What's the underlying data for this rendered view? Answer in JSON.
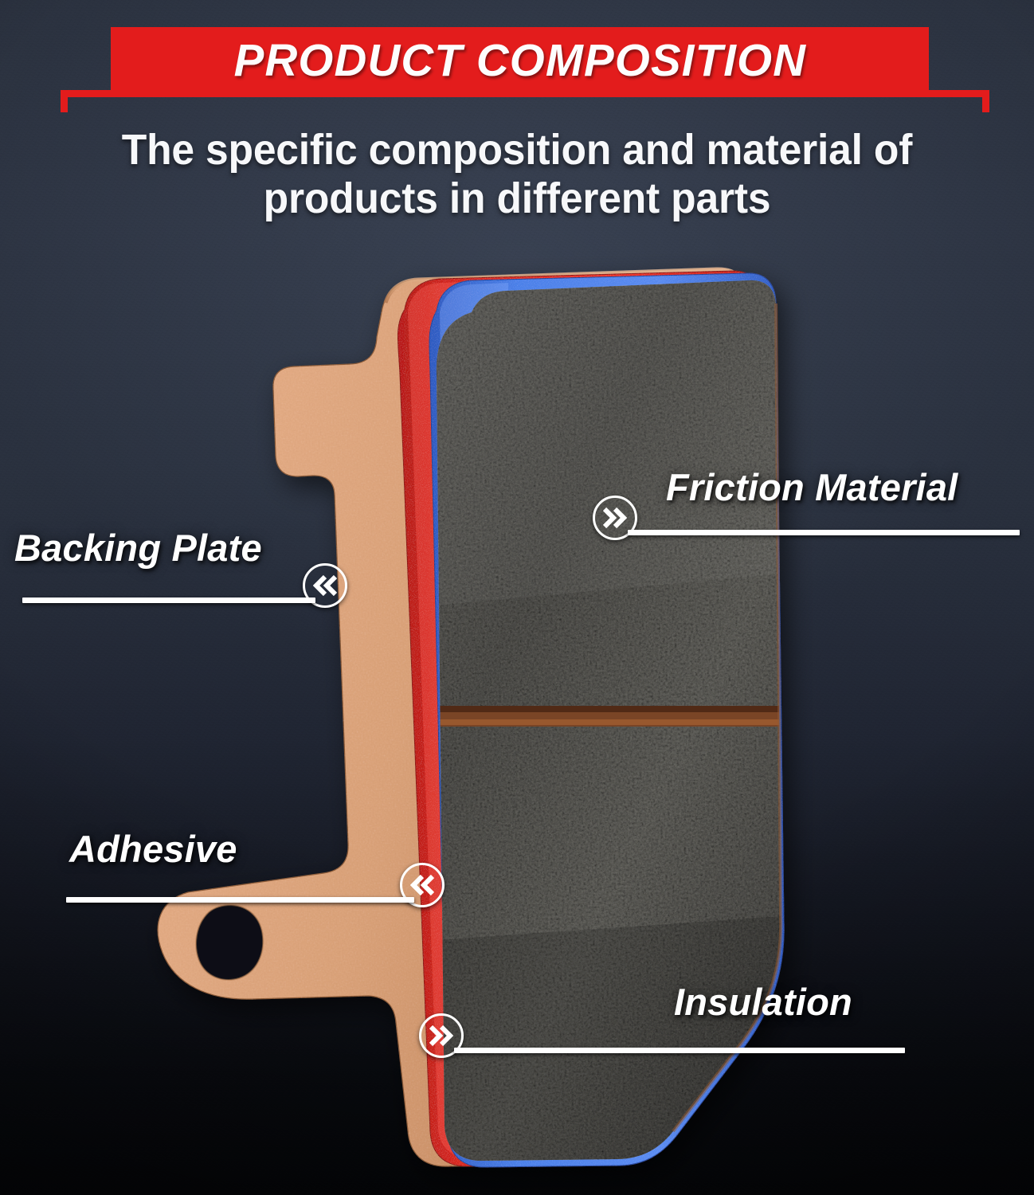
{
  "header": {
    "banner_title": "PRODUCT COMPOSITION",
    "subtitle_line1": "The specific composition and material of",
    "subtitle_line2": "products in different parts",
    "banner_color": "#e31c1c",
    "text_color": "#ffffff"
  },
  "background": {
    "top_color": "#2c3340",
    "bottom_color": "#06080c"
  },
  "product": {
    "name": "brake-pad",
    "layers": [
      {
        "key": "backing_plate",
        "label": "Backing Plate",
        "color": "#d9a178"
      },
      {
        "key": "adhesive",
        "label": "Adhesive",
        "color": "#e02b22"
      },
      {
        "key": "insulation",
        "label": "Insulation",
        "color": "#3f76e0"
      },
      {
        "key": "friction_material",
        "label": "Friction Material",
        "color": "#4b4b46"
      }
    ],
    "slot_color": "#7a4526"
  },
  "callouts": [
    {
      "id": "friction",
      "label": "Friction Material",
      "icon": "double-chevron-right-icon",
      "direction": "right"
    },
    {
      "id": "backing",
      "label": "Backing Plate",
      "icon": "double-chevron-left-icon",
      "direction": "left"
    },
    {
      "id": "adhesive",
      "label": "Adhesive",
      "icon": "double-chevron-left-icon",
      "direction": "left"
    },
    {
      "id": "insulation",
      "label": "Insulation",
      "icon": "double-chevron-right-icon",
      "direction": "right"
    }
  ]
}
